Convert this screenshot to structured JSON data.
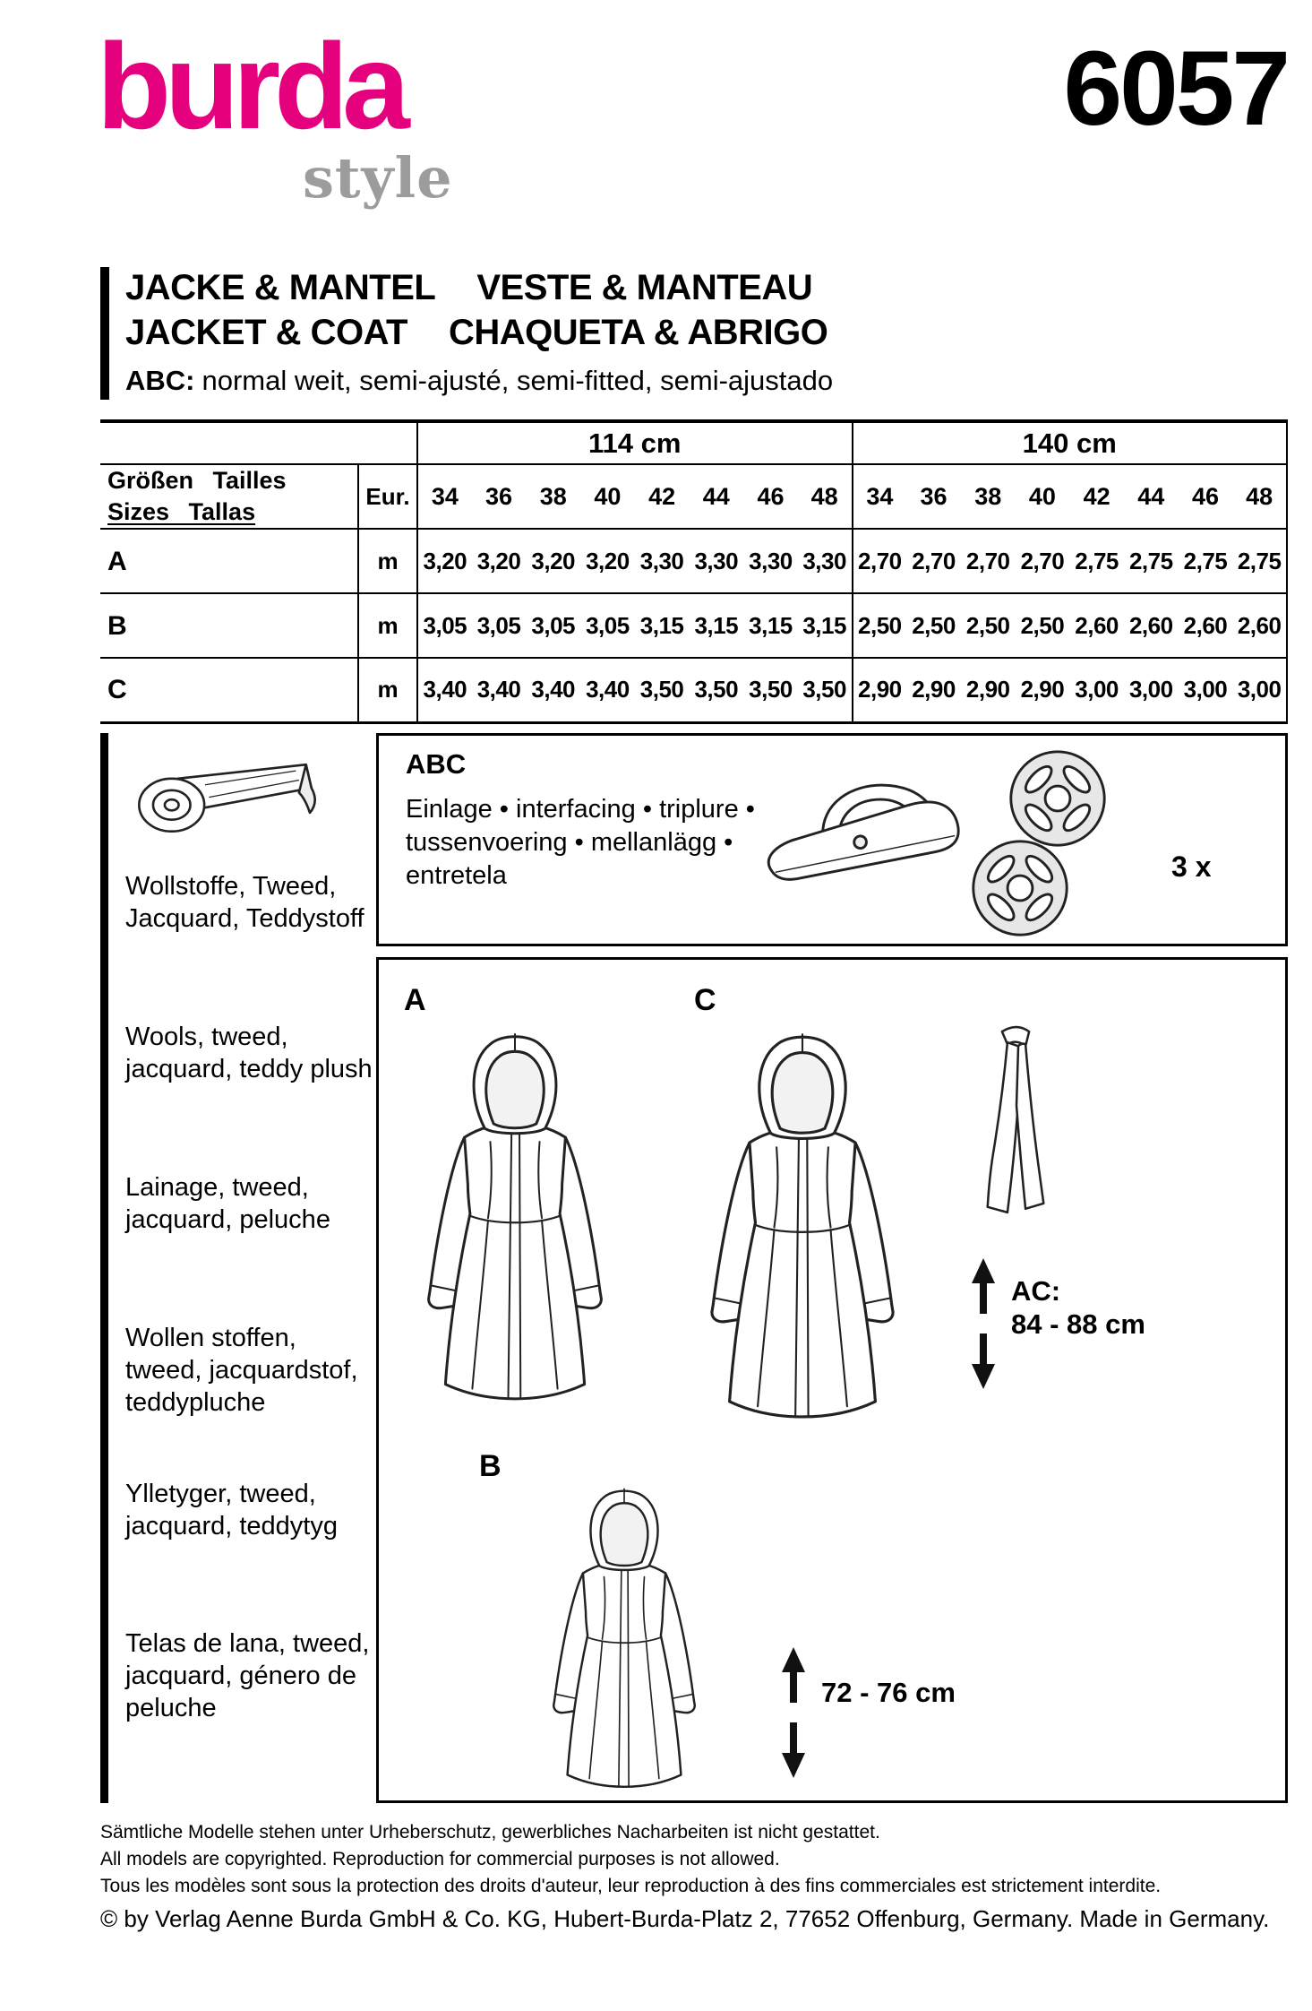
{
  "brand": {
    "logo": "burda",
    "logo_sub": "style",
    "pattern_number": "6057"
  },
  "title": {
    "line1_de": "JACKE & MANTEL",
    "line1_fr": "VESTE & MANTEAU",
    "line2_en": "JACKET & COAT",
    "line2_es": "CHAQUETA & ABRIGO",
    "fit_label": "ABC:",
    "fit_text": "normal weit, semi-ajusté, semi-fitted, semi-ajustado"
  },
  "table": {
    "width_groups": [
      "114 cm",
      "140 cm"
    ],
    "row_header_line1": "Größen Tailles",
    "row_header_line2": "Sizes Tallas",
    "eur_label": "Eur.",
    "sizes": [
      "34",
      "36",
      "38",
      "40",
      "42",
      "44",
      "46",
      "48"
    ],
    "rows": [
      {
        "label": "A",
        "unit": "m",
        "v114": [
          "3,20",
          "3,20",
          "3,20",
          "3,20",
          "3,30",
          "3,30",
          "3,30",
          "3,30"
        ],
        "v140": [
          "2,70",
          "2,70",
          "2,70",
          "2,70",
          "2,75",
          "2,75",
          "2,75",
          "2,75"
        ]
      },
      {
        "label": "B",
        "unit": "m",
        "v114": [
          "3,05",
          "3,05",
          "3,05",
          "3,05",
          "3,15",
          "3,15",
          "3,15",
          "3,15"
        ],
        "v140": [
          "2,50",
          "2,50",
          "2,50",
          "2,50",
          "2,60",
          "2,60",
          "2,60",
          "2,60"
        ]
      },
      {
        "label": "C",
        "unit": "m",
        "v114": [
          "3,40",
          "3,40",
          "3,40",
          "3,40",
          "3,50",
          "3,50",
          "3,50",
          "3,50"
        ],
        "v140": [
          "2,90",
          "2,90",
          "2,90",
          "2,90",
          "3,00",
          "3,00",
          "3,00",
          "3,00"
        ]
      }
    ]
  },
  "fabrics": {
    "items": [
      "Wollstoffe, Tweed, Jacquard, Teddystoff",
      "Wools, tweed, jacquard, teddy plush",
      "Lainage, tweed, jacquard, peluche",
      "Wollen stoffen, tweed, jacquardstof, teddypluche",
      "Ylletyger, tweed, jacquard, teddytyg",
      "Telas de lana, tweed, jacquard, género de peluche"
    ]
  },
  "notions": {
    "abc_label": "ABC",
    "interfacing_lines": [
      "Einlage • interfacing • triplure •",
      "tussenvoering • mellanlägg •",
      "entretela"
    ],
    "snap_count": "3 x"
  },
  "views": {
    "a_label": "A",
    "b_label": "B",
    "c_label": "C",
    "ac_measure_label": "AC:",
    "ac_measure_value": "84 - 88 cm",
    "b_measure_value": "72 - 76 cm"
  },
  "footer": {
    "lines": [
      "Sämtliche Modelle stehen unter Urheberschutz, gewerbliches Nacharbeiten ist nicht gestattet.",
      "All models are copyrighted. Reproduction for commercial purposes is not allowed.",
      "Tous les modèles sont sous la protection des droits d'auteur, leur reproduction à des fins commerciales est strictement interdite.",
      "© by Verlag Aenne Burda GmbH & Co. KG, Hubert-Burda-Platz 2, 77652 Offenburg, Germany. Made in Germany."
    ]
  }
}
